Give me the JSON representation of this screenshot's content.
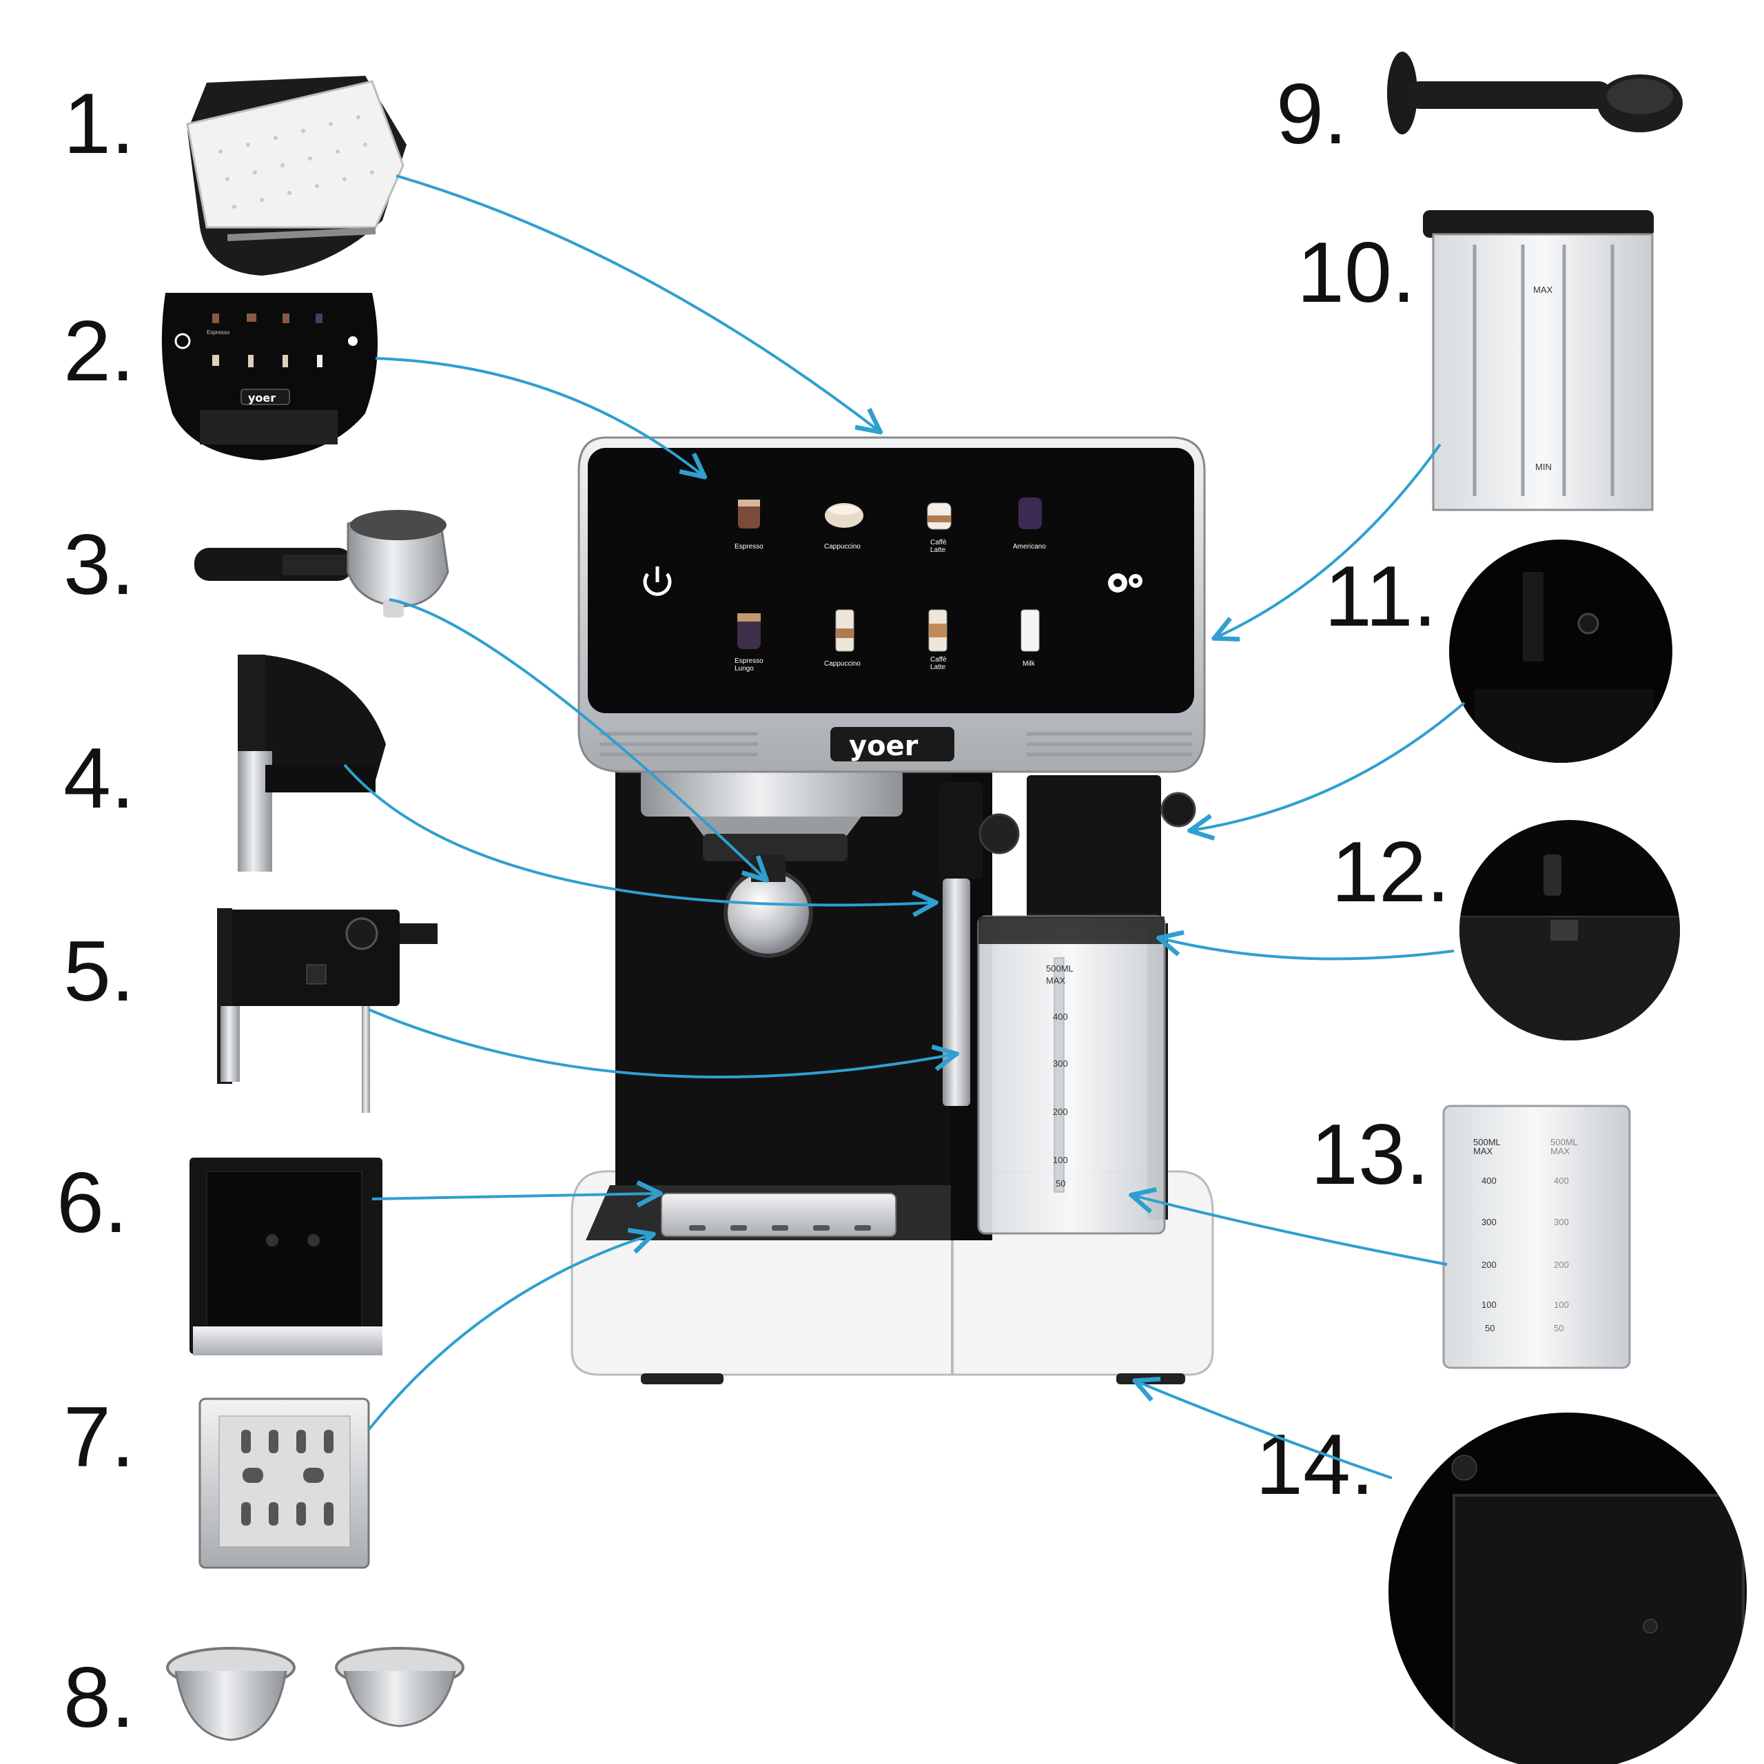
{
  "brand": "yoer",
  "callout_numbers": [
    "1.",
    "2.",
    "3.",
    "4.",
    "5.",
    "6.",
    "7.",
    "8.",
    "9.",
    "10.",
    "11.",
    "12.",
    "13.",
    "14."
  ],
  "screen": {
    "drinks_top": [
      "Espresso",
      "Cappuccino",
      "Caffè\nLatte",
      "Americano"
    ],
    "drinks_bottom": [
      "Espresso\nLungo",
      "Cappuccino",
      "Caffè\nLatte",
      "Milk"
    ]
  },
  "jug_marks_machine": [
    "500ML\nMAX",
    "400",
    "300",
    "200",
    "100",
    "50"
  ],
  "jug_marks_13": [
    "500ML\nMAX",
    "400",
    "300",
    "200",
    "100",
    "50"
  ],
  "jug_marks_13_mirror": [
    "500ML\nMAX",
    "400",
    "300",
    "200",
    "100",
    "50"
  ],
  "water_tank_marks": [
    "MAX",
    "MIN"
  ],
  "colors": {
    "arrow": "#2f9fd0",
    "machine_body": "#111111",
    "steel": "#c9ccd0",
    "base": "#f4f4f4"
  }
}
